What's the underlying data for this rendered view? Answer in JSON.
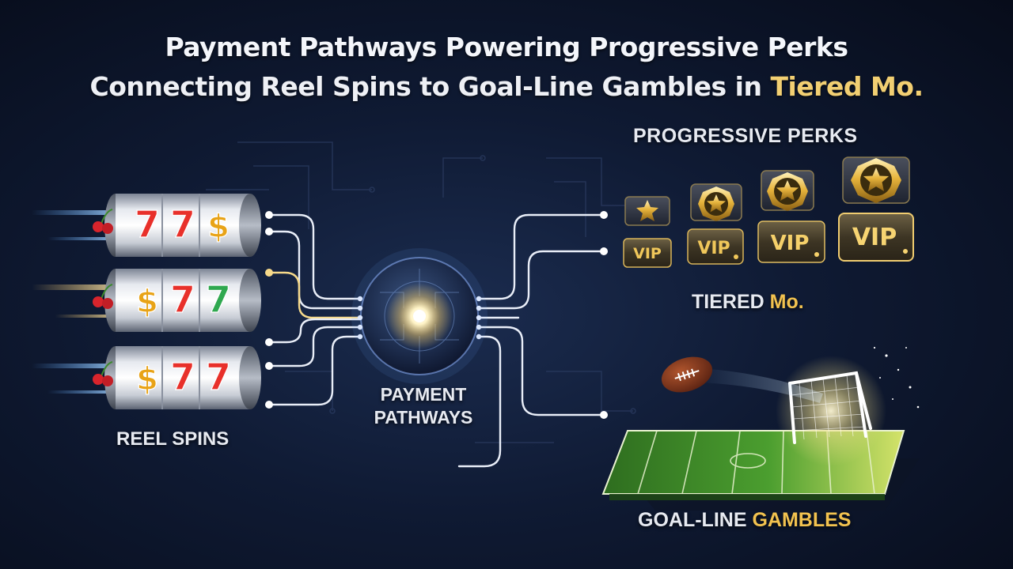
{
  "title": {
    "line1": "Payment Pathways Powering Progressive Perks",
    "line2_main": "Connecting Reel Spins to Goal-Line Gambles in ",
    "line2_accent": "Tiered Mo."
  },
  "labels": {
    "progressive_perks": "PROGRESSIVE PERKS",
    "tiered_main": "TIERED ",
    "tiered_accent": "Mo.",
    "reel_spins": "REEL SPINS",
    "payment_line1": "PAYMENT",
    "payment_line2": "PATHWAYS",
    "goal_main": "GOAL-LINE ",
    "goal_accent": "GAMBLES"
  },
  "slot_reels": [
    {
      "symbols": [
        "7",
        "7",
        "$"
      ]
    },
    {
      "symbols": [
        "$",
        "7",
        "7"
      ]
    },
    {
      "symbols": [
        "$",
        "7",
        "7"
      ]
    }
  ],
  "vip_badge_text": "VIP",
  "vip_tiers": 4,
  "colors": {
    "gold": "#f2c24f",
    "seven_red": "#e8302a",
    "seven_green": "#2fa84f",
    "dollar_gold": "#e8a317",
    "field_green": "#3f8f2c",
    "line_white": "#e9eef8"
  }
}
